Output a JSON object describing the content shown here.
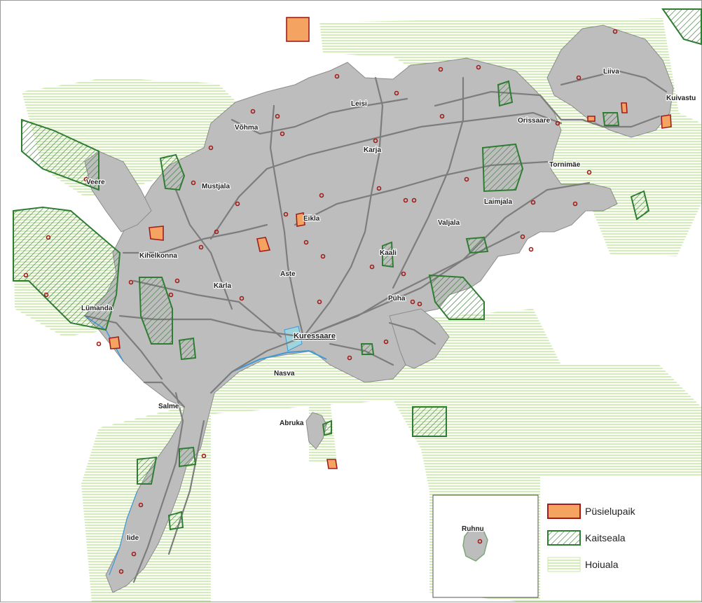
{
  "colors": {
    "land": "#bdbdbd",
    "land_edge": "#8c8c8c",
    "road": "#7d7d7d",
    "water": "#3d9ad8",
    "pusielupaik_fill": "#f4a460",
    "pusielupaik_edge": "#a11d1d",
    "kaitseala_edge": "#2e7d32",
    "kaitseala_hatch": "#3a7a3a",
    "hoiuala_hatch": "#a6db6e"
  },
  "places": {
    "liiva": "Liiva",
    "kuivastu": "Kuivastu",
    "leisi": "Leisi",
    "orissaare": "Orissaare",
    "vohma": "Võhma",
    "karja": "Karja",
    "tornimae": "Tornimäe",
    "veere": "Veere",
    "mustjala": "Mustjala",
    "laimjala": "Laimjala",
    "eikla": "Eikla",
    "valjala": "Valjala",
    "kihelkonna": "Kihelkonna",
    "kaali": "Kaali",
    "aste": "Aste",
    "karla": "Kärla",
    "puha": "Püha",
    "lumanda": "Lümanda",
    "kuressaare": "Kuressaare",
    "nasva": "Nasva",
    "salme": "Salme",
    "abruka": "Abruka",
    "ruhnu": "Ruhnu",
    "iide": "Iide"
  },
  "legend": {
    "items": [
      {
        "label": "Püsielupaik",
        "icon": "orange-polygon-icon"
      },
      {
        "label": "Kaitseala",
        "icon": "dark-green-hatch-icon"
      },
      {
        "label": "Hoiuala",
        "icon": "light-green-stripes-icon"
      }
    ]
  }
}
